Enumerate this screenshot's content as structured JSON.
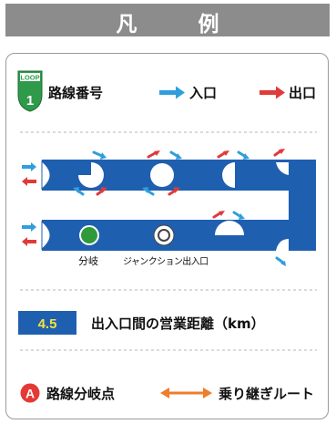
{
  "title": "凡　例",
  "legend_row1": {
    "loop_badge_top": "LOOP",
    "loop_badge_number": "1",
    "route_number_label": "路線番号",
    "entrance_label": "入口",
    "exit_label": "出口"
  },
  "road_diagram": {
    "branch_label": "分岐",
    "junction_label": "ジャンクション出入口"
  },
  "distance": {
    "value": "4.5",
    "label": "出入口間の営業距離（km）"
  },
  "bottom_row": {
    "marker_letter": "A",
    "branch_point_label": "路線分岐点",
    "transfer_label": "乗り継ぎルート"
  },
  "colors": {
    "road_blue": "#1f5fb0",
    "entrance_arrow": "#2f9fdc",
    "exit_arrow": "#e03a3a",
    "loop_green": "#2e9a4a",
    "branch_green": "#2e9a3c",
    "distance_box": "#1f5fb0",
    "marker_red": "#e53935",
    "transfer_orange": "#ee7d2c"
  }
}
